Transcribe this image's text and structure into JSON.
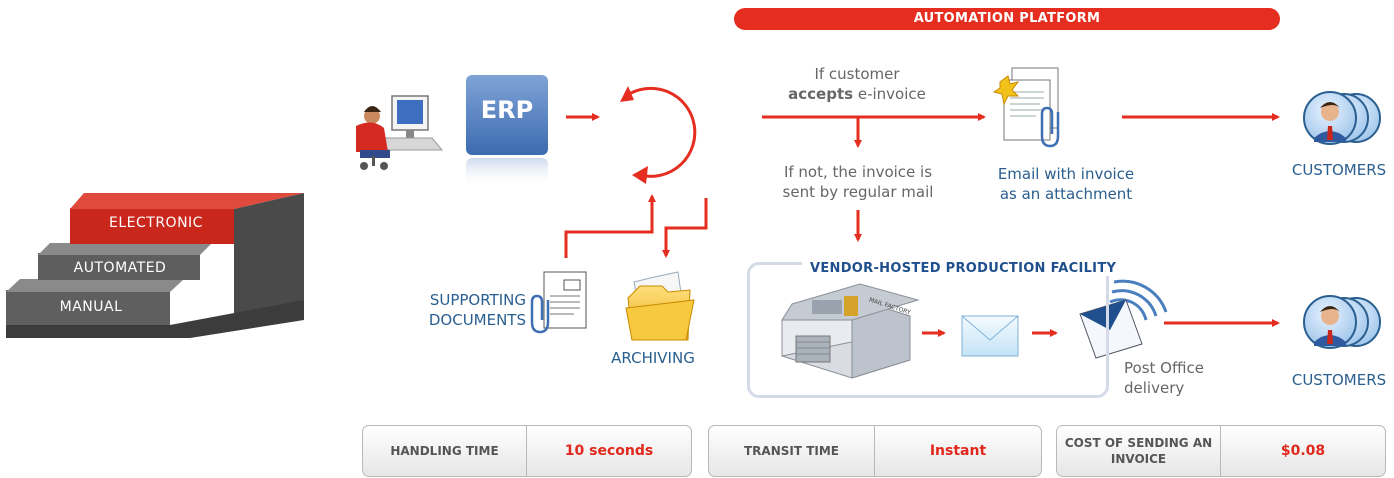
{
  "platform_label": "AUTOMATION PLATFORM",
  "stairs": {
    "electronic": "ELECTRONIC",
    "automated": "AUTOMATED",
    "manual": "MANUAL"
  },
  "erp_label": "ERP",
  "accept_text": {
    "line1": "If customer",
    "bold": "accepts",
    "rest": "e-invoice"
  },
  "not_text": {
    "line1": "If not, the invoice is",
    "line2": "sent by regular mail"
  },
  "email_caption": {
    "line1": "Email with invoice",
    "line2": "as an attachment"
  },
  "customers_label_1": "CUSTOMERS",
  "customers_label_2": "CUSTOMERS",
  "supporting_docs": {
    "line1": "SUPPORTING",
    "line2": "DOCUMENTS"
  },
  "archiving_label": "ARCHIVING",
  "facility_title": "VENDOR-HOSTED PRODUCTION FACILITY",
  "factory_sign": "MAIL FACTORY",
  "post_office": {
    "line1": "Post Office",
    "line2": "delivery"
  },
  "metrics": [
    {
      "label": "HANDLING TIME",
      "value": "10 seconds"
    },
    {
      "label": "TRANSIT TIME",
      "value": "Instant"
    },
    {
      "label": "COST OF SENDING AN INVOICE",
      "value": "$0.08"
    }
  ],
  "colors": {
    "accent": "#e52d20",
    "blue_text": "#2a5f8f",
    "facility_title": "#1f4f8c"
  }
}
